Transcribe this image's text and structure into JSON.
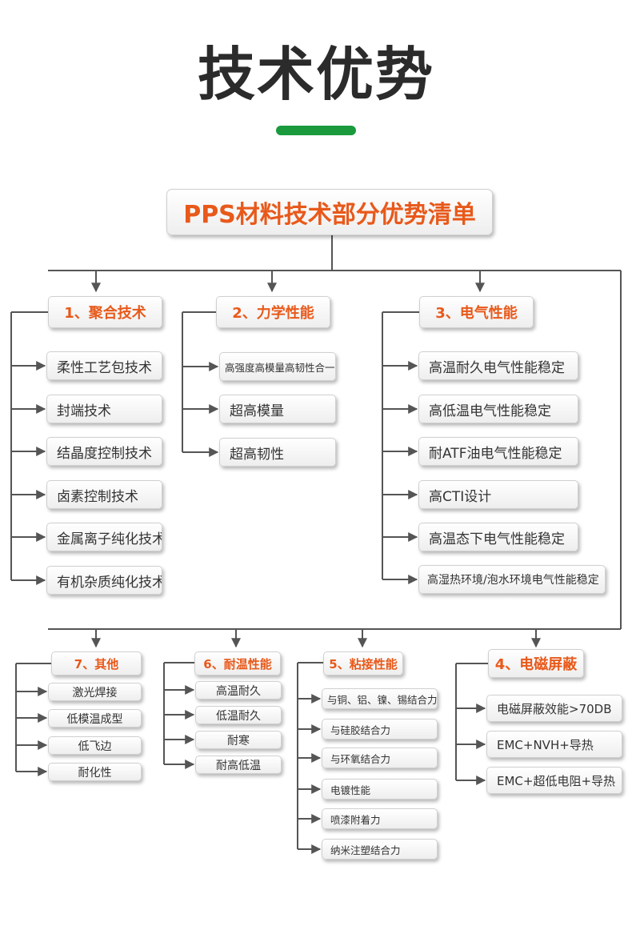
{
  "page": {
    "title": "技术优势",
    "accent_color": "#1a9a3c",
    "highlight_color": "#e8591a",
    "line_color": "#555555"
  },
  "diagram": {
    "main": "PPS材料技术部分优势清单",
    "cat1": {
      "label": "1、聚合技术",
      "items": [
        "柔性工艺包技术",
        "封端技术",
        "结晶度控制技术",
        "卤素控制技术",
        "金属离子纯化技术",
        "有机杂质纯化技术"
      ]
    },
    "cat2": {
      "label": "2、力学性能",
      "items": [
        "高强度高模量高韧性合一",
        "超高模量",
        "超高韧性"
      ]
    },
    "cat3": {
      "label": "3、电气性能",
      "items": [
        "高温耐久电气性能稳定",
        "高低温电气性能稳定",
        "耐ATF油电气性能稳定",
        "高CTI设计",
        "高温态下电气性能稳定",
        "高湿热环境/泡水环境电气性能稳定"
      ]
    },
    "cat4": {
      "label": "4、电磁屏蔽",
      "items": [
        "电磁屏蔽效能>70DB",
        "EMC+NVH+导热",
        "EMC+超低电阻+导热"
      ]
    },
    "cat5": {
      "label": "5、粘接性能",
      "items": [
        "与铜、铝、镍、锡结合力",
        "与硅胶结合力",
        "与环氧结合力",
        "电镀性能",
        "喷漆附着力",
        "纳米注塑结合力"
      ]
    },
    "cat6": {
      "label": "6、耐温性能",
      "items": [
        "高温耐久",
        "低温耐久",
        "耐寒",
        "耐高低温"
      ]
    },
    "cat7": {
      "label": "7、其他",
      "items": [
        "激光焊接",
        "低模温成型",
        "低飞边",
        "耐化性"
      ]
    }
  }
}
